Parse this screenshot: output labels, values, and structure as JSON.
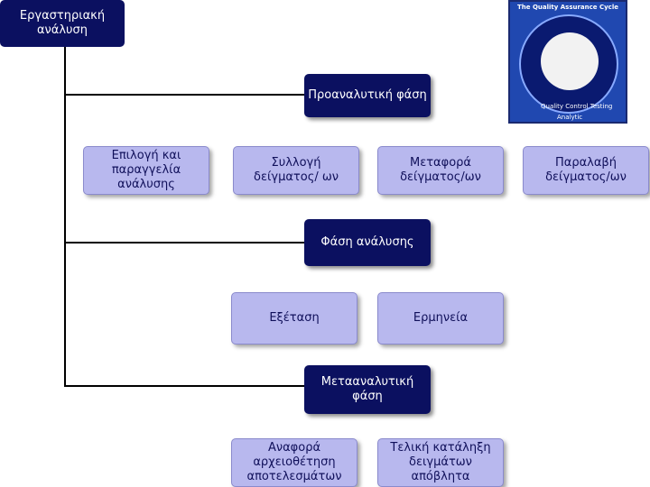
{
  "nodes": {
    "root": "Εργαστηριακή\nανάλυση",
    "pre_analytical": "Προαναλυτική φάση",
    "test_order": "Επιλογή και\nπαραγγελία\nανάλυσης",
    "sample_collection": "Συλλογή\nδείγματος/ ων",
    "sample_transport": "Μεταφορά\nδείγματος/ων",
    "sample_receipt": "Παραλαβή\nδείγματος/ων",
    "analytical": "Φάση ανάλυσης",
    "examination": "Εξέταση",
    "interpretation": "Ερμηνεία",
    "post_analytical": "Μετααναλυτική\nφάση",
    "reporting": "Αναφορά\nαρχειοθέτηση\nαποτελεσμάτων",
    "disposal": "Τελική κατάληξη\nδειγμάτων\nαπόβλητα"
  },
  "inset": {
    "title": "The Quality Assurance Cycle",
    "outer_label": "Analytic",
    "center_label": "Quality Control Testing",
    "colors": {
      "background": "#2048b0",
      "ring": "#0a1a70"
    }
  },
  "colors": {
    "dark_box": "#0b1060",
    "light_box": "#b8b8ee",
    "connector": "#000000"
  }
}
